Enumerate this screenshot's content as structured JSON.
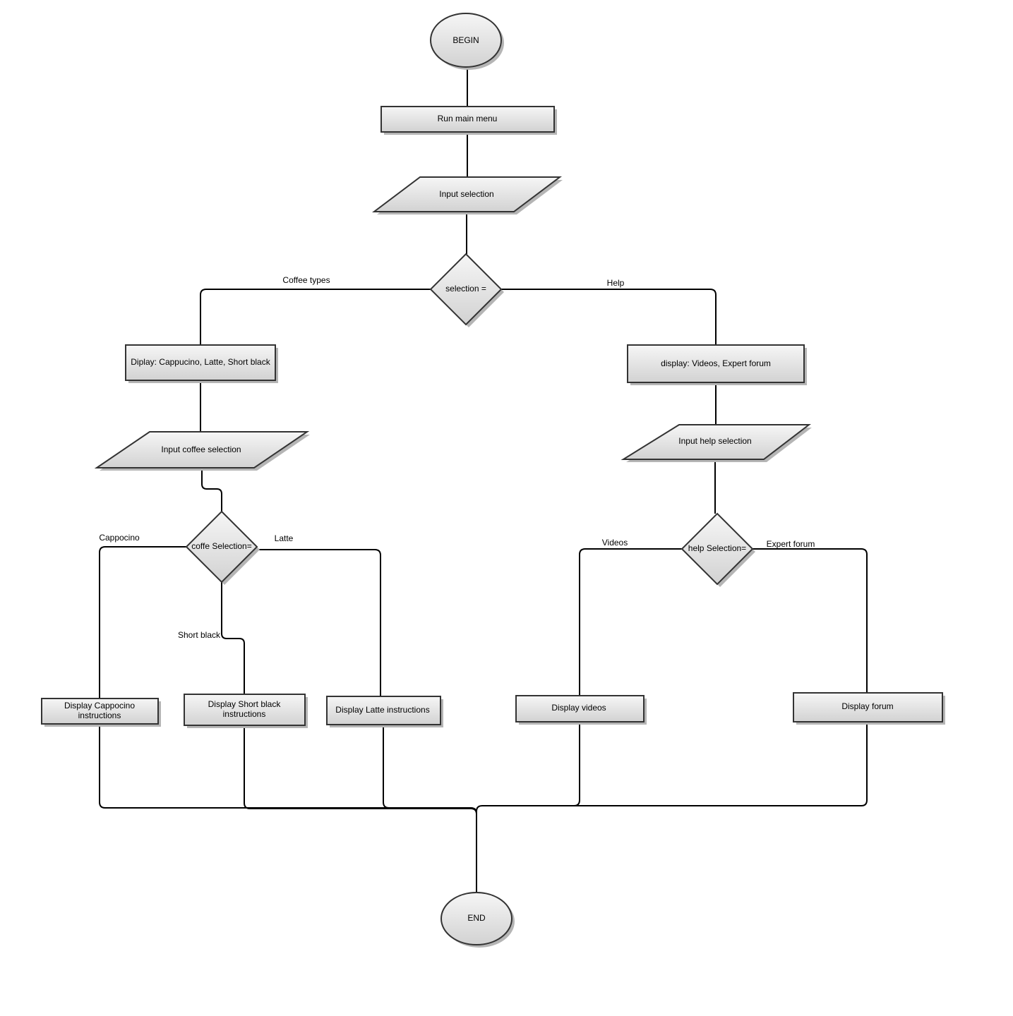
{
  "nodes": {
    "begin": "BEGIN",
    "run_main_menu": "Run main menu",
    "input_selection": "Input selection",
    "selection": "selection =",
    "display_coffee": "Diplay: Cappucino, Latte, Short black",
    "input_coffee": "Input coffee selection",
    "coffe_selection": "coffe Selection=",
    "display_cappocino": [
      "Display Cappocino",
      "instructions"
    ],
    "display_short_black": [
      "Display Short black",
      "instructions"
    ],
    "display_latte": "Display Latte instructions",
    "display_help": "display: Videos, Expert forum",
    "input_help": "Input help selection",
    "help_selection": "help Selection=",
    "display_videos": "Display videos",
    "display_forum": "Display forum",
    "end": "END"
  },
  "edge_labels": {
    "coffee_types": "Coffee types",
    "help": "Help",
    "cappocino": "Cappocino",
    "latte": "Latte",
    "short_black": "Short black",
    "videos": "Videos",
    "expert_forum": "Expert forum"
  }
}
